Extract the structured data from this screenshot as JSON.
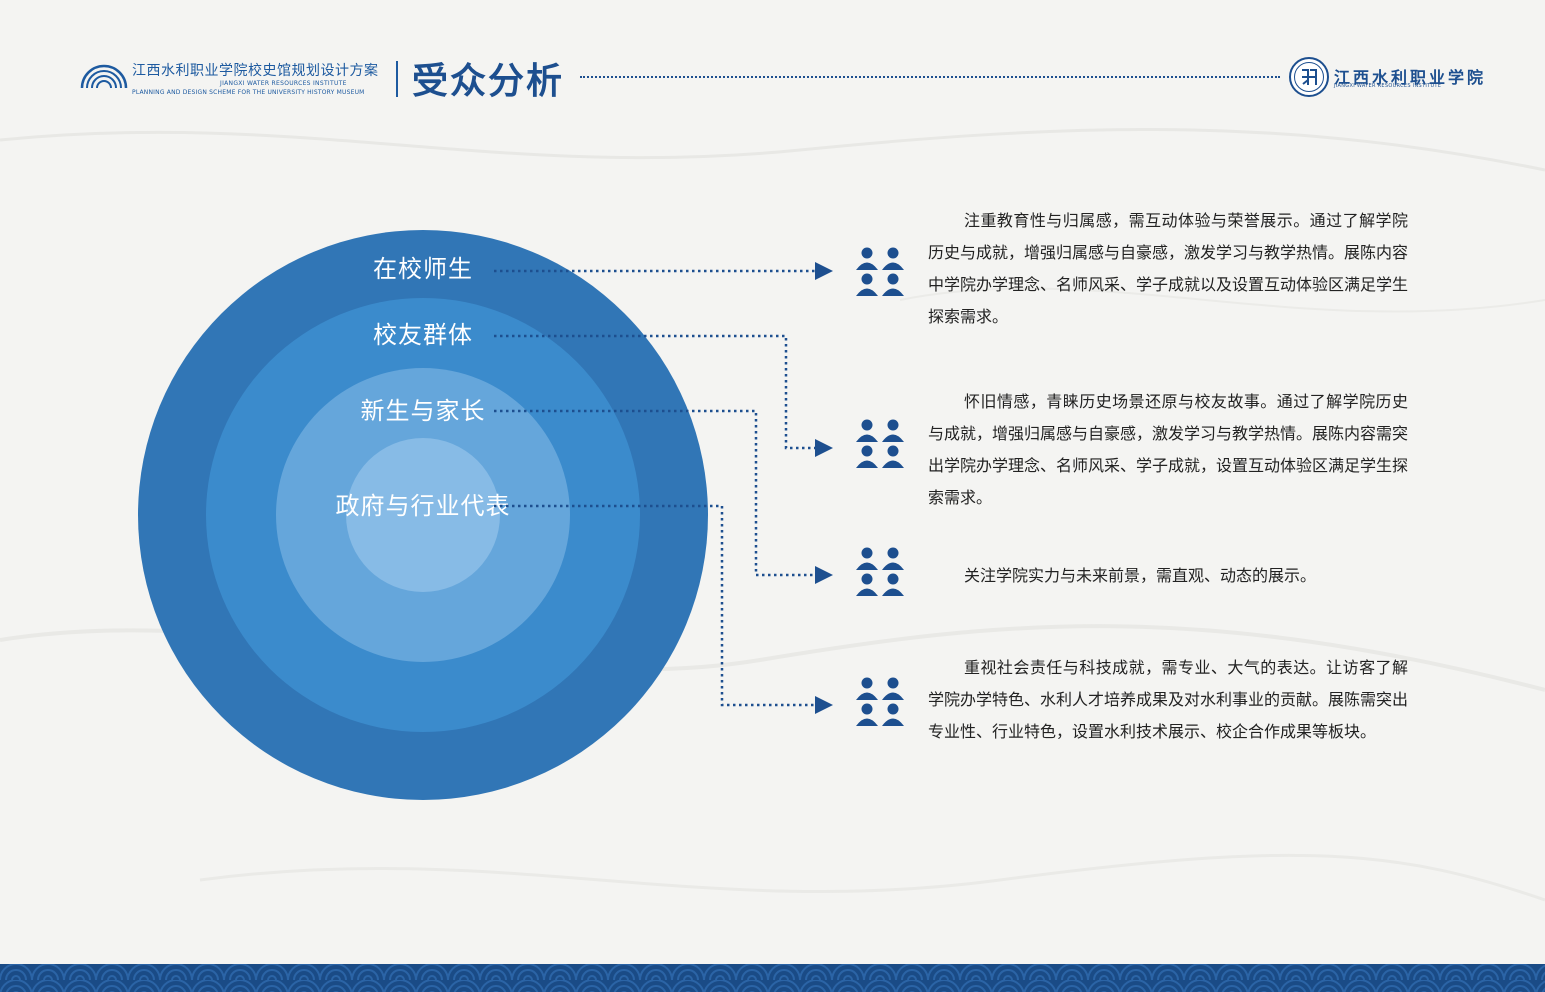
{
  "header": {
    "project_title_cn": "江西水利职业学院校史馆规划设计方案",
    "institute_en": "JIANGXI WATER RESOURCES INSTITUTE",
    "project_title_en": "PLANNING AND DESIGN SCHEME FOR THE UNIVERSITY HISTORY MUSEUM",
    "page_title": "受众分析",
    "institution_name": "江西水利职业学院",
    "institution_name_en": "JIANGXI WATER RESOURCES INSTITUTE"
  },
  "audience_rings": [
    {
      "label": "在校师生",
      "color": "#3176b6"
    },
    {
      "label": "校友群体",
      "color": "#3b8bcc"
    },
    {
      "label": "新生与家长",
      "color": "#65a6db"
    },
    {
      "label": "政府与行业代表",
      "color": "#87bbe6"
    }
  ],
  "descriptions": [
    "注重教育性与归属感，需互动体验与荣誉展示。通过了解学院历史与成就，增强归属感与自豪感，激发学习与教学热情。展陈内容中学院办学理念、名师风采、学子成就以及设置互动体验区满足学生探索需求。",
    "怀旧情感，青睐历史场景还原与校友故事。通过了解学院历史与成就，增强归属感与自豪感，激发学习与教学热情。展陈内容需突出学院办学理念、名师风采、学子成就，设置互动体验区满足学生探索需求。",
    "关注学院实力与未来前景，需直观、动态的展示。",
    "重视社会责任与科技成就，需专业、大气的表达。让访客了解学院办学特色、水利人才培养成果及对水利事业的贡献。展陈需突出专业性、行业特色，设置水利技术展示、校企合作成果等板块。"
  ],
  "colors": {
    "primary": "#1d4f8f",
    "accent": "#1d5aa0",
    "background": "#f4f4f2"
  },
  "icons": [
    "wave-logo-icon",
    "school-seal-icon",
    "people-group-icon",
    "arrow-right-icon"
  ]
}
